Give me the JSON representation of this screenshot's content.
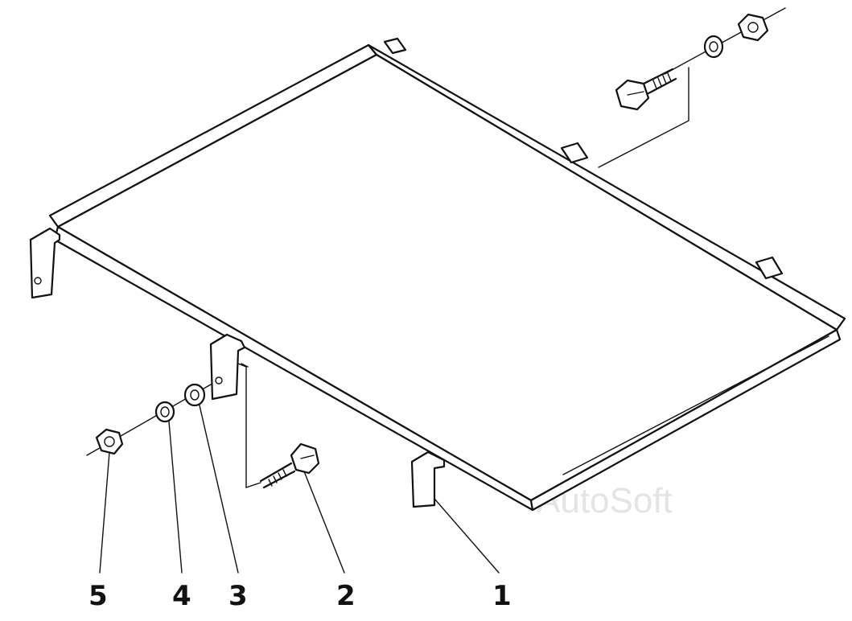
{
  "callouts": {
    "c1": "1",
    "c2": "2",
    "c3": "3",
    "c4": "4",
    "c5": "5"
  },
  "watermark": "AutoSoft",
  "colors": {
    "ink": "#111111",
    "paper": "#ffffff",
    "watermark": "#e4e4e4"
  }
}
